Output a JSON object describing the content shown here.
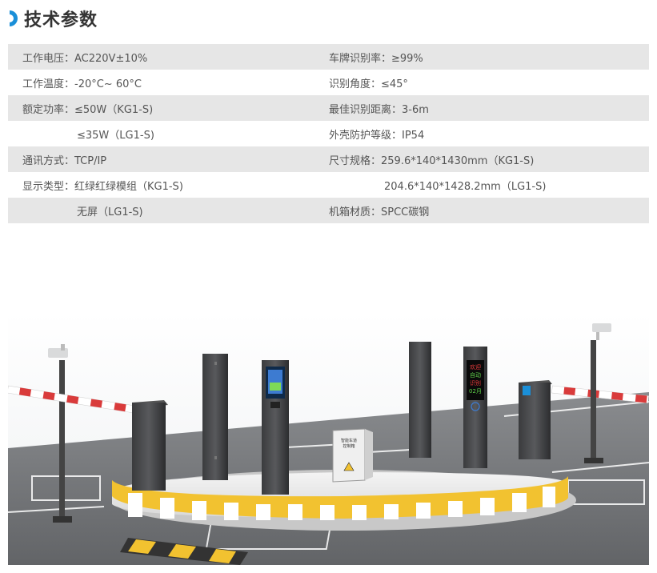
{
  "section": {
    "title": "技术参数"
  },
  "specs": [
    {
      "left": "工作电压：AC220V±10%",
      "right": "车牌识别率：≥99%"
    },
    {
      "left": "工作温度：-20°C~ 60°C",
      "right": "识别角度：≤45°"
    },
    {
      "left": "额定功率：≤50W（KG1-S)",
      "right": "最佳识别距离：3-6m"
    },
    {
      "left": "≤35W（LG1-S)",
      "right": "外壳防护等级：IP54"
    },
    {
      "left": "通讯方式：TCP/IP",
      "right": "尺寸规格：259.6*140*1430mm（KG1-S)"
    },
    {
      "left": "显示类型：红绿红绿模组（KG1-S)",
      "right": "204.6*140*1428.2mm（LG1-S)"
    },
    {
      "left": "无屏（LG1-S)",
      "right": "机箱材质：SPCC碳钢"
    }
  ],
  "scene": {
    "display_text": [
      "欢迎",
      "自动",
      "识别",
      "02月"
    ],
    "cabinet_text": [
      "智能车道",
      "控制箱"
    ]
  },
  "colors": {
    "accent": "#1a8fd8",
    "barrier_red": "#d93b3b",
    "curb_yellow": "#f2c230",
    "road": "#6e7073"
  }
}
